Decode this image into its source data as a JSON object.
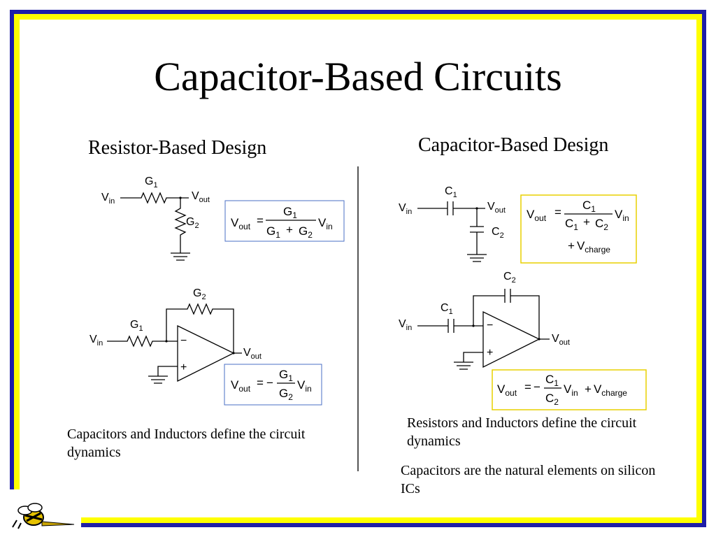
{
  "slide": {
    "title": "Capacitor-Based Circuits",
    "left_heading": "Resistor-Based Design",
    "right_heading": "Capacitor-Based Design",
    "left_note": "Capacitors and Inductors define the circuit dynamics",
    "right_note_1": "Resistors and Inductors define the circuit dynamics",
    "right_note_2": "Capacitors are the natural elements on silicon ICs"
  },
  "colors": {
    "frame_outer": "#1f1fa8",
    "frame_inner": "#ffff00",
    "formula_box_left": "#4a6fc4",
    "formula_box_right": "#e8d000"
  },
  "labels": {
    "V": "V",
    "in": "in",
    "out": "out",
    "charge": "charge",
    "G": "G",
    "C": "C",
    "one": "1",
    "two": "2",
    "equals": "=",
    "plus": "+",
    "minus": "−"
  },
  "logo": {
    "icon": "hornet-logo-icon"
  }
}
